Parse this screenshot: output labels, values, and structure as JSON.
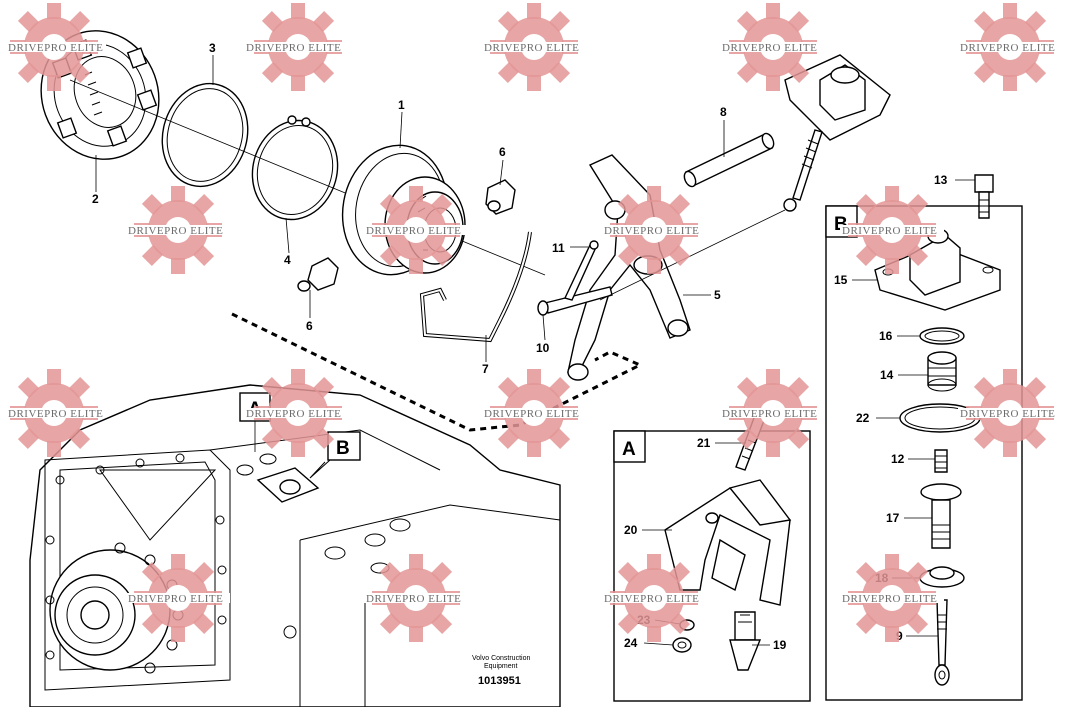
{
  "diagram": {
    "document_publisher": "Volvo Construction Equipment",
    "publisher_line1": "Volvo Construction",
    "publisher_line2": "Equipment",
    "document_number": "1013951",
    "watermark_text": "DRIVEPRO ELITE",
    "detail_box_a": "A",
    "detail_box_b": "B",
    "callout_a": "A",
    "callout_b": "B",
    "part_numbers": {
      "p1": "1",
      "p2": "2",
      "p3": "3",
      "p4": "4",
      "p5": "5",
      "p6a": "6",
      "p6b": "6",
      "p7": "7",
      "p8": "8",
      "p9": "9",
      "p10": "10",
      "p11": "11",
      "p12": "12",
      "p13": "13",
      "p14": "14",
      "p15": "15",
      "p16": "16",
      "p17": "17",
      "p18": "18",
      "p19": "19",
      "p20": "20",
      "p21": "21",
      "p22": "22",
      "p23": "23",
      "p24": "24"
    },
    "colors": {
      "watermark": "#e39595",
      "line": "#000000",
      "background": "#ffffff"
    }
  }
}
